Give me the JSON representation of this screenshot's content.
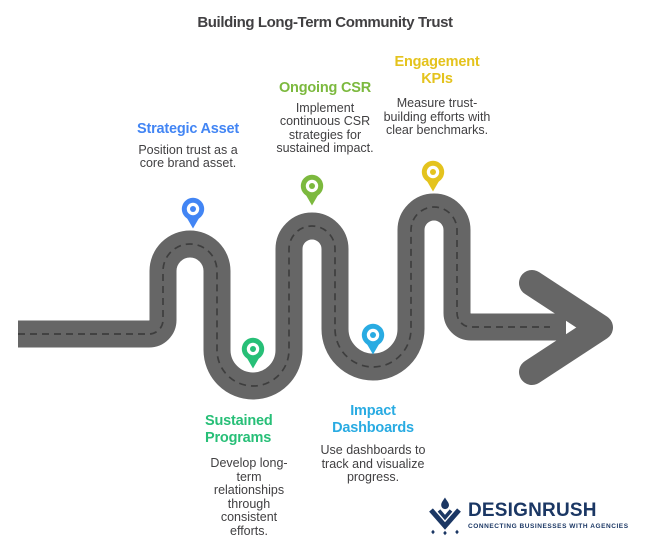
{
  "title": "Building Long-Term Community Trust",
  "colors": {
    "road": "#666666",
    "dash": "#3e3e3e",
    "blue": "#4285F4",
    "lime": "#7CB93E",
    "yellow": "#E4C31D",
    "emerald": "#27BF77",
    "cyan": "#29ABE2",
    "text": "#414042",
    "navy": "#1B3764"
  },
  "icons": {
    "milestone_marker": "location-pin",
    "road_end": "right-arrow"
  },
  "milestones": [
    {
      "heading": [
        "Strategic Asset"
      ],
      "body": [
        "Position trust as a",
        "core brand asset."
      ],
      "color": "#4285F4"
    },
    {
      "heading": [
        "Ongoing CSR"
      ],
      "body": [
        "Implement",
        "continuous CSR",
        "strategies for",
        "sustained impact."
      ],
      "color": "#7CB93E"
    },
    {
      "heading": [
        "Engagement",
        "KPIs"
      ],
      "body": [
        "Measure trust-",
        "building efforts with",
        "clear benchmarks."
      ],
      "color": "#E4C31D"
    },
    {
      "heading": [
        "Sustained",
        "Programs"
      ],
      "body": [
        "Develop long-term",
        "relationships",
        "through consistent",
        "efforts."
      ],
      "color": "#27BF77"
    },
    {
      "heading": [
        "Impact",
        "Dashboards"
      ],
      "body": [
        "Use dashboards to",
        "track and visualize",
        "progress."
      ],
      "color": "#29ABE2"
    }
  ],
  "logo": {
    "name": "DESIGNRUSH",
    "tagline": "CONNECTING BUSINESSES WITH AGENCIES"
  }
}
